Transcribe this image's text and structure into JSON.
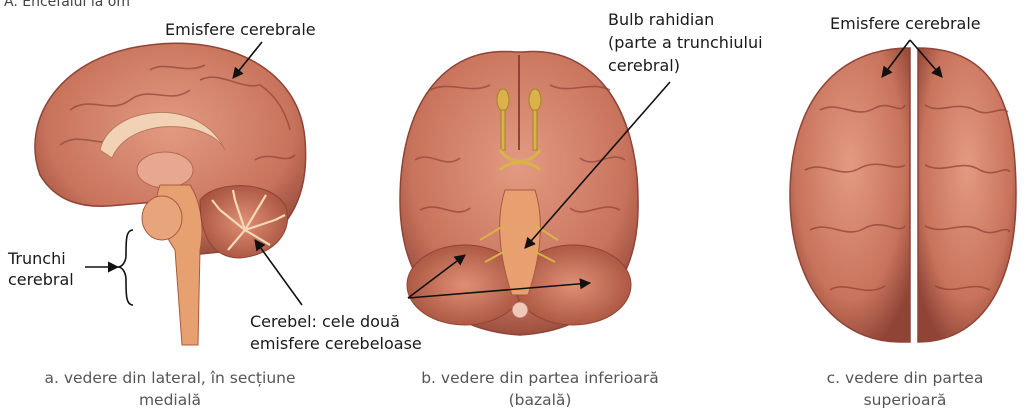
{
  "header": "A. Encefalul la om",
  "labels": {
    "a_hemispheres": "Emisfere cerebrale",
    "a_brainstem_line1": "Trunchi",
    "a_brainstem_line2": "cerebral",
    "b_medulla_line1": "Bulb rahidian",
    "b_medulla_line2": "(parte a trunchiului",
    "b_medulla_line3": "cerebral)",
    "cerebellum_line1": "Cerebel: cele două",
    "cerebellum_line2": "emisfere cerebeloase",
    "c_hemispheres": "Emisfere cerebrale"
  },
  "captions": {
    "a_line1": "a. vedere din lateral, în secțiune",
    "a_line2": "medială",
    "b_line1": "b. vedere din partea inferioară",
    "b_line2": "(bazală)",
    "c_line1": "c. vedere din partea",
    "c_line2": "superioară"
  },
  "colors": {
    "brain": "#c8735c",
    "brain_dark": "#8f4436",
    "brain_light": "#e39a82",
    "cerebellum_pale": "#f0c9a3",
    "nerve": "#d9b24a"
  }
}
